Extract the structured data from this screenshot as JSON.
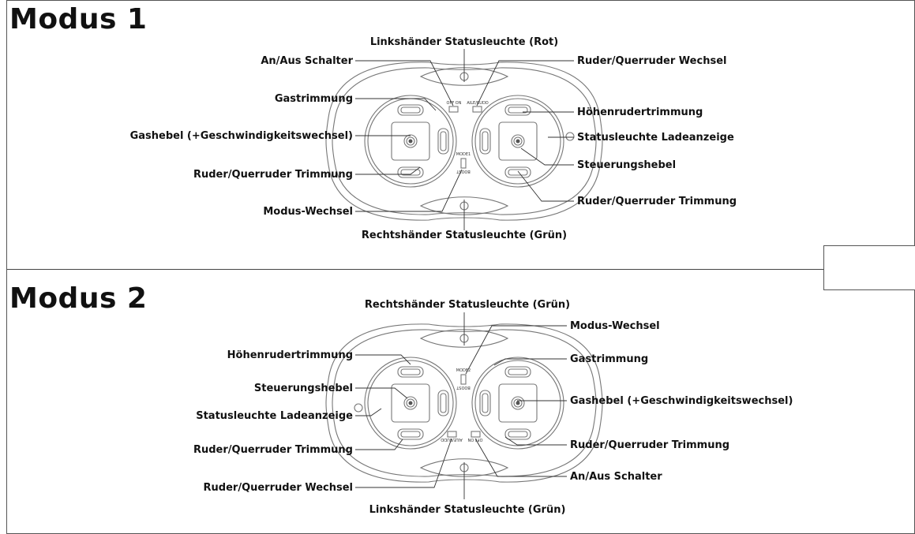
{
  "modes": [
    {
      "title": "Modus 1",
      "labels": {
        "top": "Linkshänder Statusleuchte (Rot)",
        "left1": "An/Aus Schalter",
        "left2": "Gastrimmung",
        "left3": "Gashebel (+Geschwindigkeitswechsel)",
        "left4": "Ruder/Querruder Trimmung",
        "left5": "Modus-Wechsel",
        "right1": "Ruder/Querruder Wechsel",
        "right2": "Höhenrudertrimmung",
        "right3": "Statusleuchte Ladeanzeige",
        "right4": "Steuerungshebel",
        "right5": "Ruder/Querruder Trimmung",
        "bottom": "Rechtshänder Statusleuchte (Grün)"
      },
      "switch_labels": {
        "power": "OFF ON",
        "aileron": "AILE/RUDD",
        "mode": "MODE1",
        "boost": "BOOST"
      }
    },
    {
      "title": "Modus 2",
      "labels": {
        "top": "Rechtshänder Statusleuchte (Grün)",
        "right1": "Modus-Wechsel",
        "left2": "Höhenrudertrimmung",
        "right2": "Gastrimmung",
        "left3": "Steuerungshebel",
        "right3": "Gashebel (+Geschwindigkeitswechsel)",
        "left4": "Statusleuchte Ladeanzeige",
        "left5": "Ruder/Querruder Trimmung",
        "right4": "Ruder/Querruder Trimmung",
        "left6": "Ruder/Querruder Wechsel",
        "right5": "An/Aus Schalter",
        "bottom": "Linkshänder Statusleuchte (Grün)"
      },
      "switch_labels": {
        "power": "OFF ON",
        "aileron": "AILE/RUDD",
        "mode": "MODE2",
        "boost": "BOOST"
      }
    }
  ]
}
